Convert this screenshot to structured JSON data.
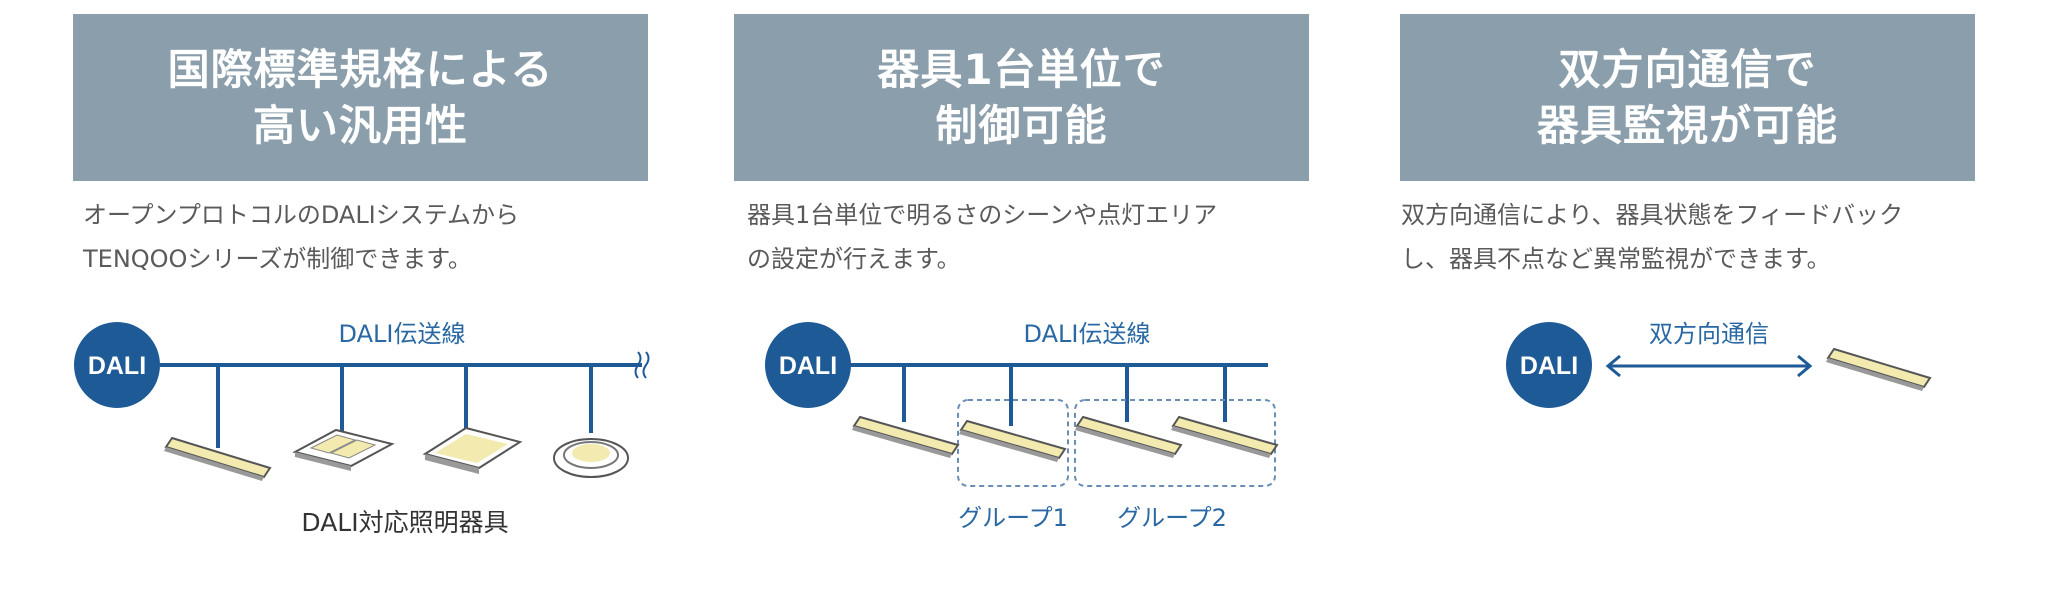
{
  "colors": {
    "banner": "#8b9eac",
    "banner_text": "#ffffff",
    "body_text": "#5a5a5a",
    "accent_blue": "#1d5a96",
    "label_blue": "#2a68a3",
    "fixture_yellow": "#f3eab0"
  },
  "panels": [
    {
      "title_lines": [
        "国際標準規格による",
        "高い汎用性"
      ],
      "desc_lines": [
        "オープンプロトコルのDALIシステムから",
        "TENQOOシリーズが制御できます。"
      ],
      "diagram": {
        "badge": "DALI",
        "bus_label": "DALI伝送線",
        "fixtures_label": "DALI対応照明器具",
        "fixture_icons": [
          "linear-light-icon",
          "square-grille-light-icon",
          "square-panel-light-icon",
          "downlight-icon"
        ]
      }
    },
    {
      "title_lines": [
        "器具1台単位で",
        "制御可能"
      ],
      "desc_lines": [
        "器具1台単位で明るさのシーンや点灯エリア",
        "の設定が行えます。"
      ],
      "diagram": {
        "badge": "DALI",
        "bus_label": "DALI伝送線",
        "groups": [
          "グループ1",
          "グループ2"
        ]
      }
    },
    {
      "title_lines": [
        "双方向通信で",
        "器具監視が可能"
      ],
      "desc_lines": [
        "双方向通信により、器具状態をフィードバック",
        "し、器具不点など異常監視ができます。"
      ],
      "diagram": {
        "badge": "DALI",
        "link_label": "双方向通信"
      }
    }
  ]
}
